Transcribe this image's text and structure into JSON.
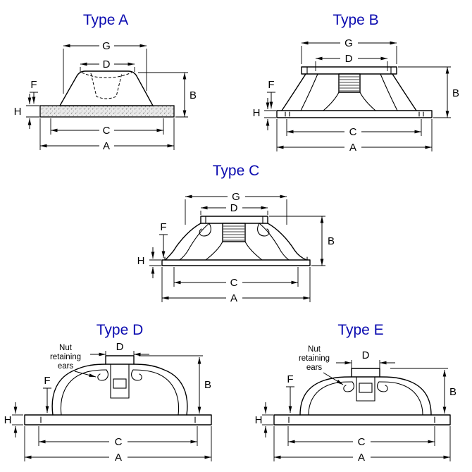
{
  "palette": {
    "title_color": "#0b0bb0",
    "line_color": "#000000",
    "background": "#ffffff"
  },
  "diagrams": [
    {
      "title": "Type A",
      "dims": {
        "G": "G",
        "D": "D",
        "B": "B",
        "F": "F",
        "H": "H",
        "C": "C",
        "A": "A"
      }
    },
    {
      "title": "Type B",
      "dims": {
        "G": "G",
        "D": "D",
        "B": "B",
        "F": "F",
        "H": "H",
        "C": "C",
        "A": "A"
      }
    },
    {
      "title": "Type C",
      "dims": {
        "G": "G",
        "D": "D",
        "B": "B",
        "F": "F",
        "H": "H",
        "C": "C",
        "A": "A"
      }
    },
    {
      "title": "Type D",
      "annotation_lines": [
        "Nut",
        "retaining",
        "ears"
      ],
      "dims": {
        "D": "D",
        "B": "B",
        "F": "F",
        "H": "H",
        "C": "C",
        "A": "A"
      }
    },
    {
      "title": "Type E",
      "annotation_lines": [
        "Nut",
        "retaining",
        "ears"
      ],
      "dims": {
        "D": "D",
        "B": "B",
        "F": "F",
        "H": "H",
        "C": "C",
        "A": "A"
      }
    }
  ]
}
